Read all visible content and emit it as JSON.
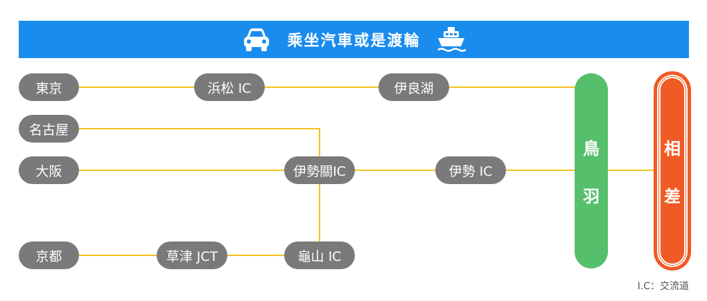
{
  "header": {
    "title": "乘坐汽車或是渡輪",
    "color": "#1a8cee"
  },
  "nodes": {
    "tokyo": "東京",
    "nagoya": "名古屋",
    "osaka": "大阪",
    "kyoto": "京都",
    "hamamatsu": "浜松 IC",
    "irago": "伊良湖",
    "iseseki": "伊勢關IC",
    "ise": "伊勢 IC",
    "kusatsu": "草津 JCT",
    "kameyama": "龜山 IC"
  },
  "destinations": {
    "toba": [
      "鳥",
      "羽"
    ],
    "aizashi": [
      "相",
      "差"
    ]
  },
  "footnote": "I.C：交流道",
  "colors": {
    "node": "#7a7a7a",
    "line": "#f2c31c",
    "toba": "#56bf6b",
    "aizashi": "#f05a24"
  },
  "icons": [
    "car-icon",
    "ferry-icon"
  ]
}
